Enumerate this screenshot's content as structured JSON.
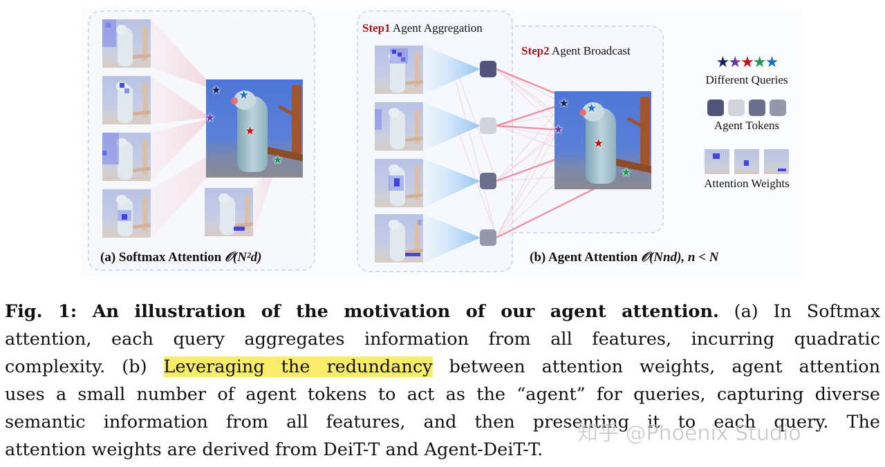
{
  "figure": {
    "panel_a": {
      "caption_prefix": "(a) Softmax Attention ",
      "caption_math": "𝒪(N²d)",
      "attention_maps_count": 5
    },
    "panel_b": {
      "step1_num": "Step1",
      "step1_text": " Agent Aggregation",
      "step2_num": "Step2",
      "step2_text": " Agent Broadcast",
      "caption_prefix": "(b) Agent Attention ",
      "caption_math": "𝒪(Nnd), n < N",
      "agent_token_colors": [
        "#4f5478",
        "#d2d5de",
        "#6b6f8e",
        "#9598ad"
      ]
    },
    "legend": {
      "queries_label": "Different Queries",
      "query_star_colors": [
        "#13235e",
        "#6b3aa6",
        "#c0121c",
        "#1a9a55",
        "#1a70c4"
      ],
      "tokens_label": "Agent Tokens",
      "token_colors": [
        "#4f5478",
        "#d2d5de",
        "#6b6f8e",
        "#9598ad"
      ],
      "weights_label": "Attention Weights"
    },
    "star_glyph": "★"
  },
  "caption": {
    "line1_bold": "Fig. 1: An illustration of the motivation of our agent attention.",
    "line1_rest": " (a) In Softmax",
    "line2": "attention, each query aggregates information from all features, incurring quadratic",
    "line3_pre": "complexity. (b) ",
    "line3_highlight": "Leveraging the redundancy",
    "line3_post": " between attention weights, agent attention",
    "line4": "uses a small number of agent tokens to act as the “agent” for queries, capturing diverse",
    "line5": "semantic information from all features, and then presenting it to each query. The",
    "line6": "attention weights are derived from DeiT-T and Agent-DeiT-T.",
    "highlight_color": "#f8ec6a"
  },
  "watermark": "知乎 @Phoenix Studio"
}
